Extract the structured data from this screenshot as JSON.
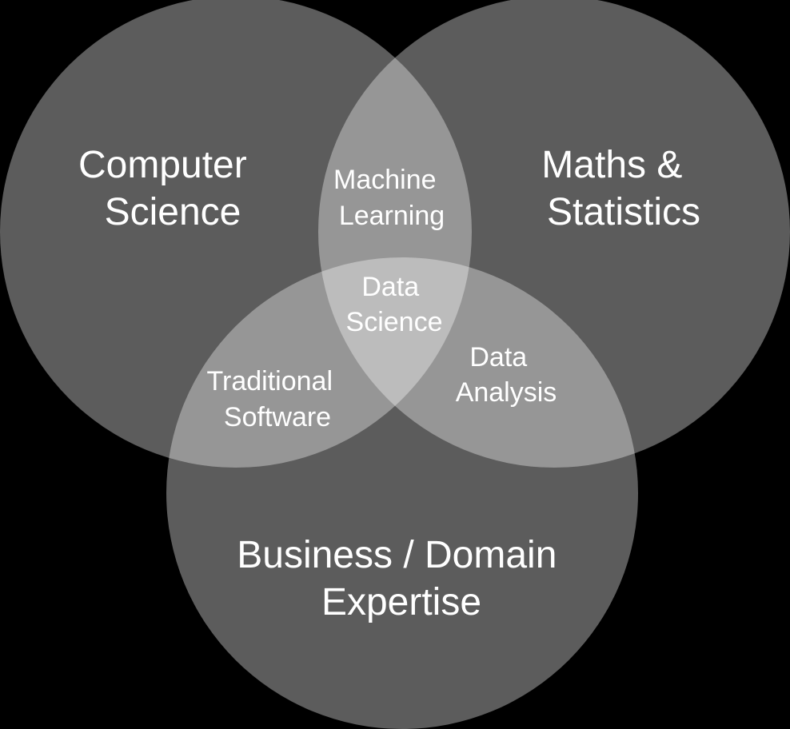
{
  "diagram": {
    "sets": [
      {
        "key": "cs",
        "lines": [
          "Computer",
          "Science"
        ]
      },
      {
        "key": "ms",
        "lines": [
          "Maths &",
          "Statistics"
        ]
      },
      {
        "key": "bd",
        "lines": [
          "Business / Domain",
          "Expertise"
        ]
      }
    ],
    "intersections": [
      {
        "key": "ml",
        "lines": [
          "Machine",
          "Learning"
        ]
      },
      {
        "key": "ts",
        "lines": [
          "Traditional",
          "Software"
        ]
      },
      {
        "key": "da",
        "lines": [
          "Data",
          "Analysis"
        ]
      },
      {
        "key": "ds",
        "lines": [
          "Data",
          "Science"
        ]
      }
    ]
  },
  "colors": {
    "background": "#000000",
    "circle_fill": "#ffffff",
    "label_text": "#ffffff"
  }
}
